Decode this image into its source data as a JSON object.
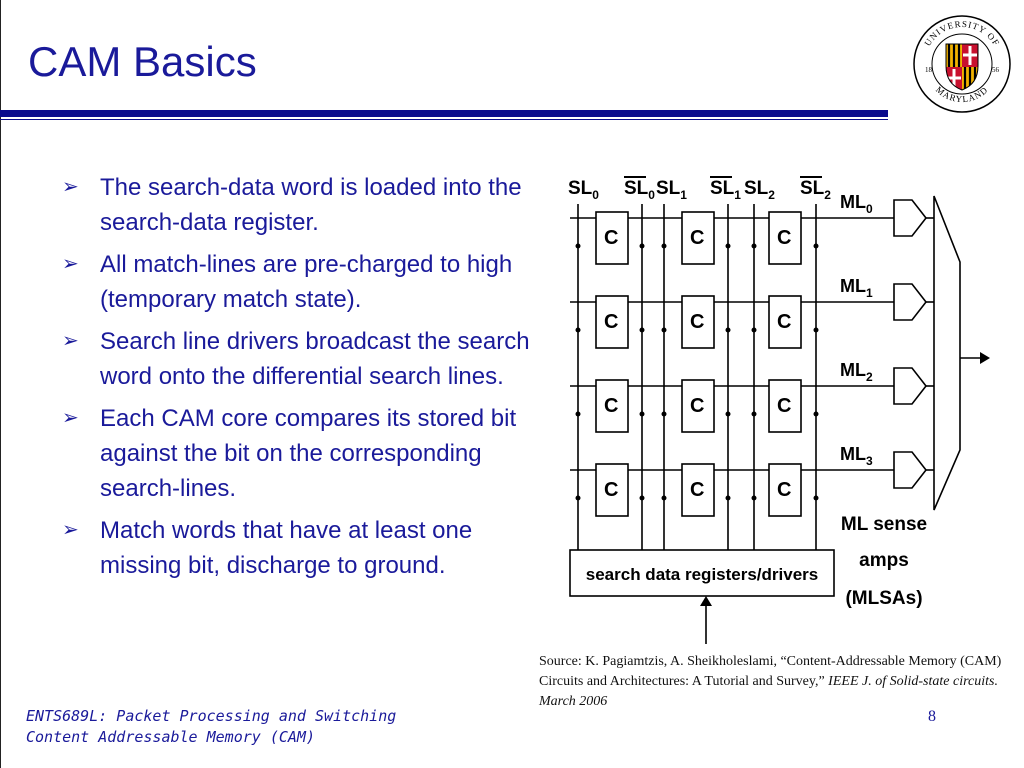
{
  "title": "CAM Basics",
  "seal": {
    "top_text": "UNIVERSITY OF",
    "bottom_text": "MARYLAND",
    "year_left": "18",
    "year_right": "56",
    "colors": {
      "red": "#c8102e",
      "gold": "#f2b200",
      "black": "#000000",
      "white": "#ffffff"
    }
  },
  "bullets": [
    "The search-data word is loaded into the search-data register.",
    "All match-lines are pre-charged to high (temporary match state).",
    "Search line drivers broadcast the search word onto the differential search lines.",
    "Each CAM core compares its stored bit against the bit on the corresponding search-lines.",
    "Match words that have at least one missing bit, discharge to ground."
  ],
  "diagram": {
    "search_lines": [
      {
        "base": "SL",
        "sub": "0",
        "bar": false
      },
      {
        "base": "SL",
        "sub": "0",
        "bar": true
      },
      {
        "base": "SL",
        "sub": "1",
        "bar": false
      },
      {
        "base": "SL",
        "sub": "1",
        "bar": true
      },
      {
        "base": "SL",
        "sub": "2",
        "bar": false
      },
      {
        "base": "SL",
        "sub": "2",
        "bar": true
      }
    ],
    "match_lines": [
      {
        "base": "ML",
        "sub": "0"
      },
      {
        "base": "ML",
        "sub": "1"
      },
      {
        "base": "ML",
        "sub": "2"
      },
      {
        "base": "ML",
        "sub": "3"
      }
    ],
    "cell_label": "C",
    "register_label": "search data registers/drivers",
    "sense_amp_label": [
      "ML sense",
      "amps",
      "(MLSAs)"
    ]
  },
  "source": {
    "text": "Source: K. Pagiamtzis, A. Sheikholeslami, “Content-Addressable Memory (CAM) Circuits and Architectures: A Tutorial and Survey,”",
    "italic": "IEEE J. of Solid-state circuits. March 2006"
  },
  "footer": {
    "line1": "ENTS689L: Packet Processing and Switching",
    "line2": "Content Addressable Memory (CAM)"
  },
  "page_number": "8"
}
